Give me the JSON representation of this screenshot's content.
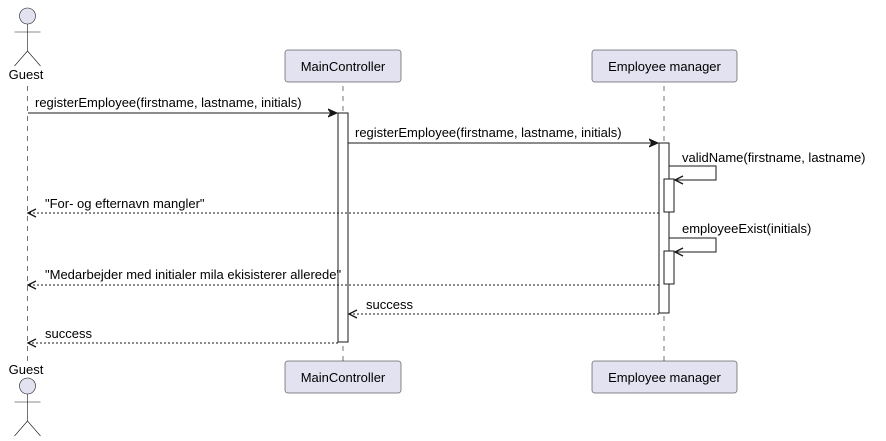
{
  "colors": {
    "participant_fill": "#E2E2F0",
    "actor_fill": "#E2E2F0",
    "line": "#181818"
  },
  "actor_icon": "stick-figure-icon",
  "participants": [
    {
      "id": "guest",
      "label": "Guest",
      "type": "actor"
    },
    {
      "id": "main",
      "label": "MainController",
      "type": "participant"
    },
    {
      "id": "emp",
      "label": "Employee manager",
      "type": "participant"
    }
  ],
  "messages": [
    {
      "from": "guest",
      "to": "main",
      "label": "registerEmployee(firstname, lastname, initials)",
      "style": "solid"
    },
    {
      "from": "main",
      "to": "emp",
      "label": "registerEmployee(firstname, lastname, initials)",
      "style": "solid"
    },
    {
      "from": "emp",
      "to": "emp",
      "label": "validName(firstname, lastname)",
      "style": "self"
    },
    {
      "from": "emp",
      "to": "guest",
      "label": "\"For- og efternavn mangler\"",
      "style": "dashed"
    },
    {
      "from": "emp",
      "to": "emp",
      "label": "employeeExist(initials)",
      "style": "self"
    },
    {
      "from": "emp",
      "to": "guest",
      "label": "\"Medarbejder med initialer mila ekisisterer allerede\"",
      "style": "dashed"
    },
    {
      "from": "emp",
      "to": "main",
      "label": "success",
      "style": "dashed"
    },
    {
      "from": "main",
      "to": "guest",
      "label": "success",
      "style": "dashed"
    }
  ]
}
